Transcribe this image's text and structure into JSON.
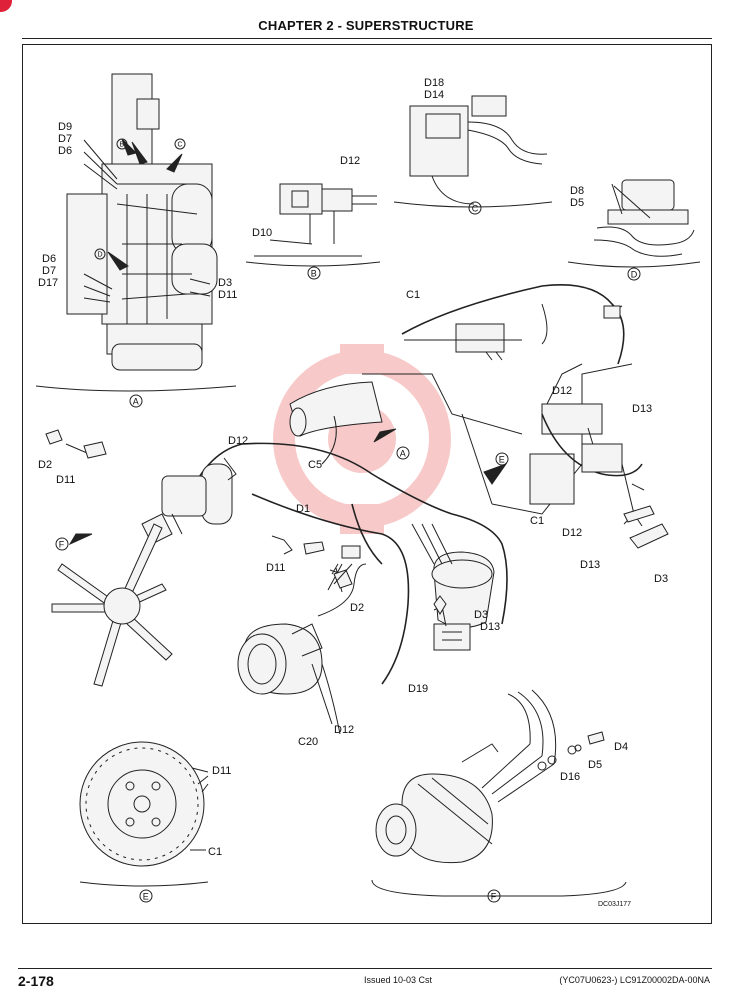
{
  "header": {
    "chapter_title": "CHAPTER 2 - SUPERSTRUCTURE"
  },
  "footer": {
    "page_number": "2-178",
    "issued": "Issued 10-03   Cst",
    "doc_id": "(YC07U0623-)   LC91Z00002DA-00NA"
  },
  "figure": {
    "reference": "DC03J177",
    "watermark_color": "#f08a8a",
    "callouts": {
      "d9": "D9",
      "d7": "D7",
      "d6": "D6",
      "d3": "D3",
      "d11": "D11",
      "d17": "D17",
      "d12": "D12",
      "d10": "D10",
      "d18": "D18",
      "d14": "D14",
      "d8": "D8",
      "d5": "D5",
      "c1": "C1",
      "c5": "C5",
      "c20": "C20",
      "d2": "D2",
      "d1": "D1",
      "d13": "D13",
      "d19": "D19",
      "d4": "D4",
      "d16": "D16"
    },
    "view_letters": {
      "a": "A",
      "b": "B",
      "c": "C",
      "d": "D",
      "e": "E",
      "f": "F"
    }
  }
}
